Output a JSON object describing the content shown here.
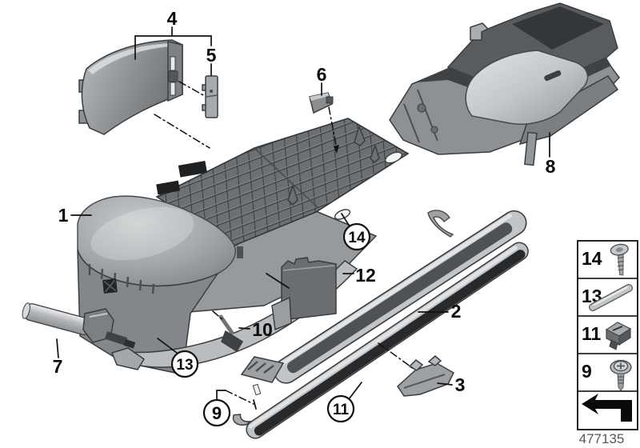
{
  "diagram": {
    "type": "exploded-parts-diagram",
    "footer_code": "477135",
    "callouts": {
      "c1": "1",
      "c2": "2",
      "c3": "3",
      "c4": "4",
      "c5": "5",
      "c6": "6",
      "c7": "7",
      "c8": "8",
      "c9": "9",
      "c10": "10",
      "c11": "11",
      "c12": "12",
      "c13": "13",
      "c14": "14"
    },
    "circled_callouts": [
      "9",
      "11",
      "13",
      "14"
    ],
    "legend": {
      "rows": [
        {
          "number": "14",
          "icon": "pan-head-screw-icon"
        },
        {
          "number": "13",
          "icon": "dowel-pin-icon"
        },
        {
          "number": "11",
          "icon": "spring-clip-icon"
        },
        {
          "number": "9",
          "icon": "washer-screw-icon"
        },
        {
          "number": "",
          "icon": "direction-arrow-icon"
        }
      ]
    },
    "colors": {
      "background": "#ffffff",
      "line": "#111111",
      "part_light": "#c6c9cc",
      "part_mid": "#8e9194",
      "part_dark": "#4a4d50",
      "footer_text": "#55575a"
    }
  }
}
